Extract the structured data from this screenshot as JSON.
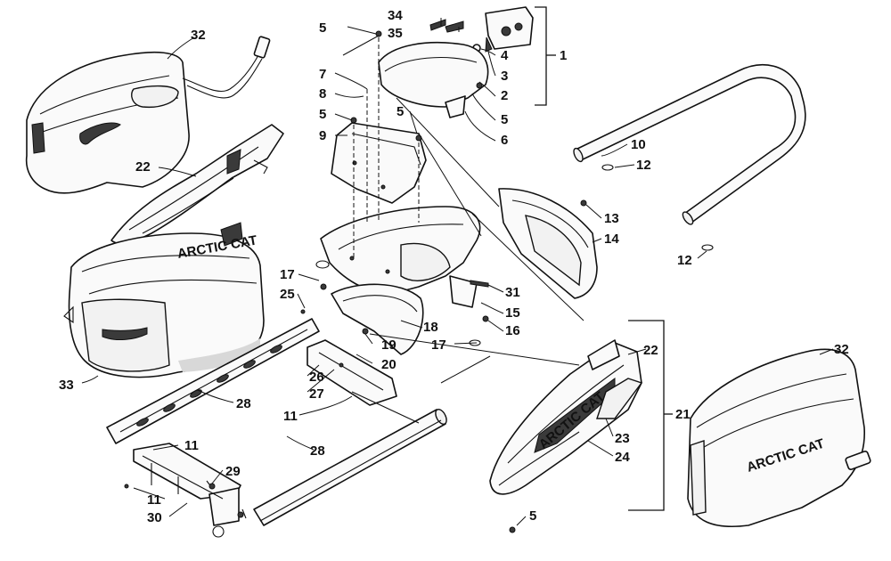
{
  "diagram": {
    "callouts": [
      "1",
      "2",
      "3",
      "4",
      "5",
      "6",
      "7",
      "8",
      "9",
      "10",
      "11",
      "12",
      "13",
      "14",
      "15",
      "16",
      "17",
      "18",
      "19",
      "20",
      "21",
      "22",
      "23",
      "24",
      "25",
      "26",
      "27",
      "28",
      "29",
      "30",
      "31",
      "32",
      "33",
      "34",
      "35"
    ],
    "brand_marks": [
      "ARCTIC CAT"
    ]
  }
}
